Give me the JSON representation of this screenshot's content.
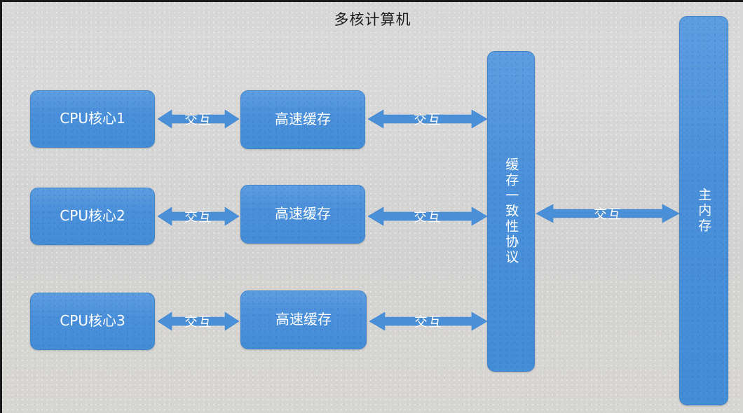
{
  "diagram": {
    "title": "多核计算机",
    "background_color": "#d2d2d2",
    "node_color": "#4a90d9",
    "arrow_color": "#4a90d9",
    "text_color": "#ffffff",
    "title_color": "#1d1d1d"
  },
  "cores": [
    {
      "label": "CPU核心1"
    },
    {
      "label": "CPU核心2"
    },
    {
      "label": "CPU核心3"
    }
  ],
  "caches": [
    {
      "label": "高速缓存"
    },
    {
      "label": "高速缓存"
    },
    {
      "label": "高速缓存"
    }
  ],
  "coherence": {
    "label": "缓存一致性协议"
  },
  "memory": {
    "label": "主内存"
  },
  "arrows": {
    "core_to_cache": [
      {
        "label": "交互"
      },
      {
        "label": "交互"
      },
      {
        "label": "交互"
      }
    ],
    "cache_to_coherence": [
      {
        "label": "交互"
      },
      {
        "label": "交互"
      },
      {
        "label": "交互"
      }
    ],
    "coherence_to_memory": {
      "label": "交互"
    }
  }
}
